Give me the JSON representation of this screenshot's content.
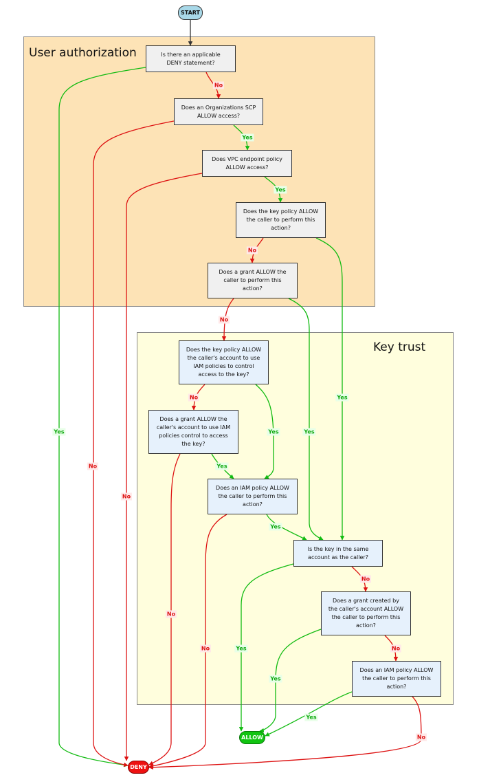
{
  "diagram": {
    "regions": {
      "user_auth": {
        "title": "User authorization"
      },
      "key_trust": {
        "title": "Key trust"
      }
    },
    "start": "START",
    "allow": "ALLOW",
    "deny": "DENY",
    "nodes": {
      "q1": [
        "Is there an applicable",
        "DENY statement?"
      ],
      "q2": [
        "Does an Organizations SCP",
        "ALLOW access?"
      ],
      "q3": [
        "Does VPC endpoint policy",
        "ALLOW access?"
      ],
      "q4": [
        "Does the key policy ALLOW",
        "the caller to perform this",
        "action?"
      ],
      "q5": [
        "Does a grant ALLOW the",
        "caller to perform this",
        "action?"
      ],
      "k1": [
        "Does the key policy ALLOW",
        "the caller's account to use",
        "IAM policies to control",
        "access to the key?"
      ],
      "k2": [
        "Does a grant ALLOW the",
        "caller's account to use IAM",
        "policies control to access",
        "the key?"
      ],
      "k3": [
        "Does an IAM policy ALLOW",
        "the caller to perform this",
        "action?"
      ],
      "k4": [
        "Is the key in the same",
        "account as the caller?"
      ],
      "k5": [
        "Does a grant created by",
        "the caller's account ALLOW",
        "the caller to perform this",
        "action?"
      ],
      "k6": [
        "Does an IAM policy ALLOW",
        "the caller to perform this",
        "action?"
      ]
    },
    "edge_labels": {
      "yes": "Yes",
      "no": "No"
    },
    "colors": {
      "yes_edge": "#11bb11",
      "no_edge": "#dd1111",
      "main_edge": "#333333",
      "user_auth_bg": "#fde3b6",
      "key_trust_bg": "#fffedd"
    }
  }
}
